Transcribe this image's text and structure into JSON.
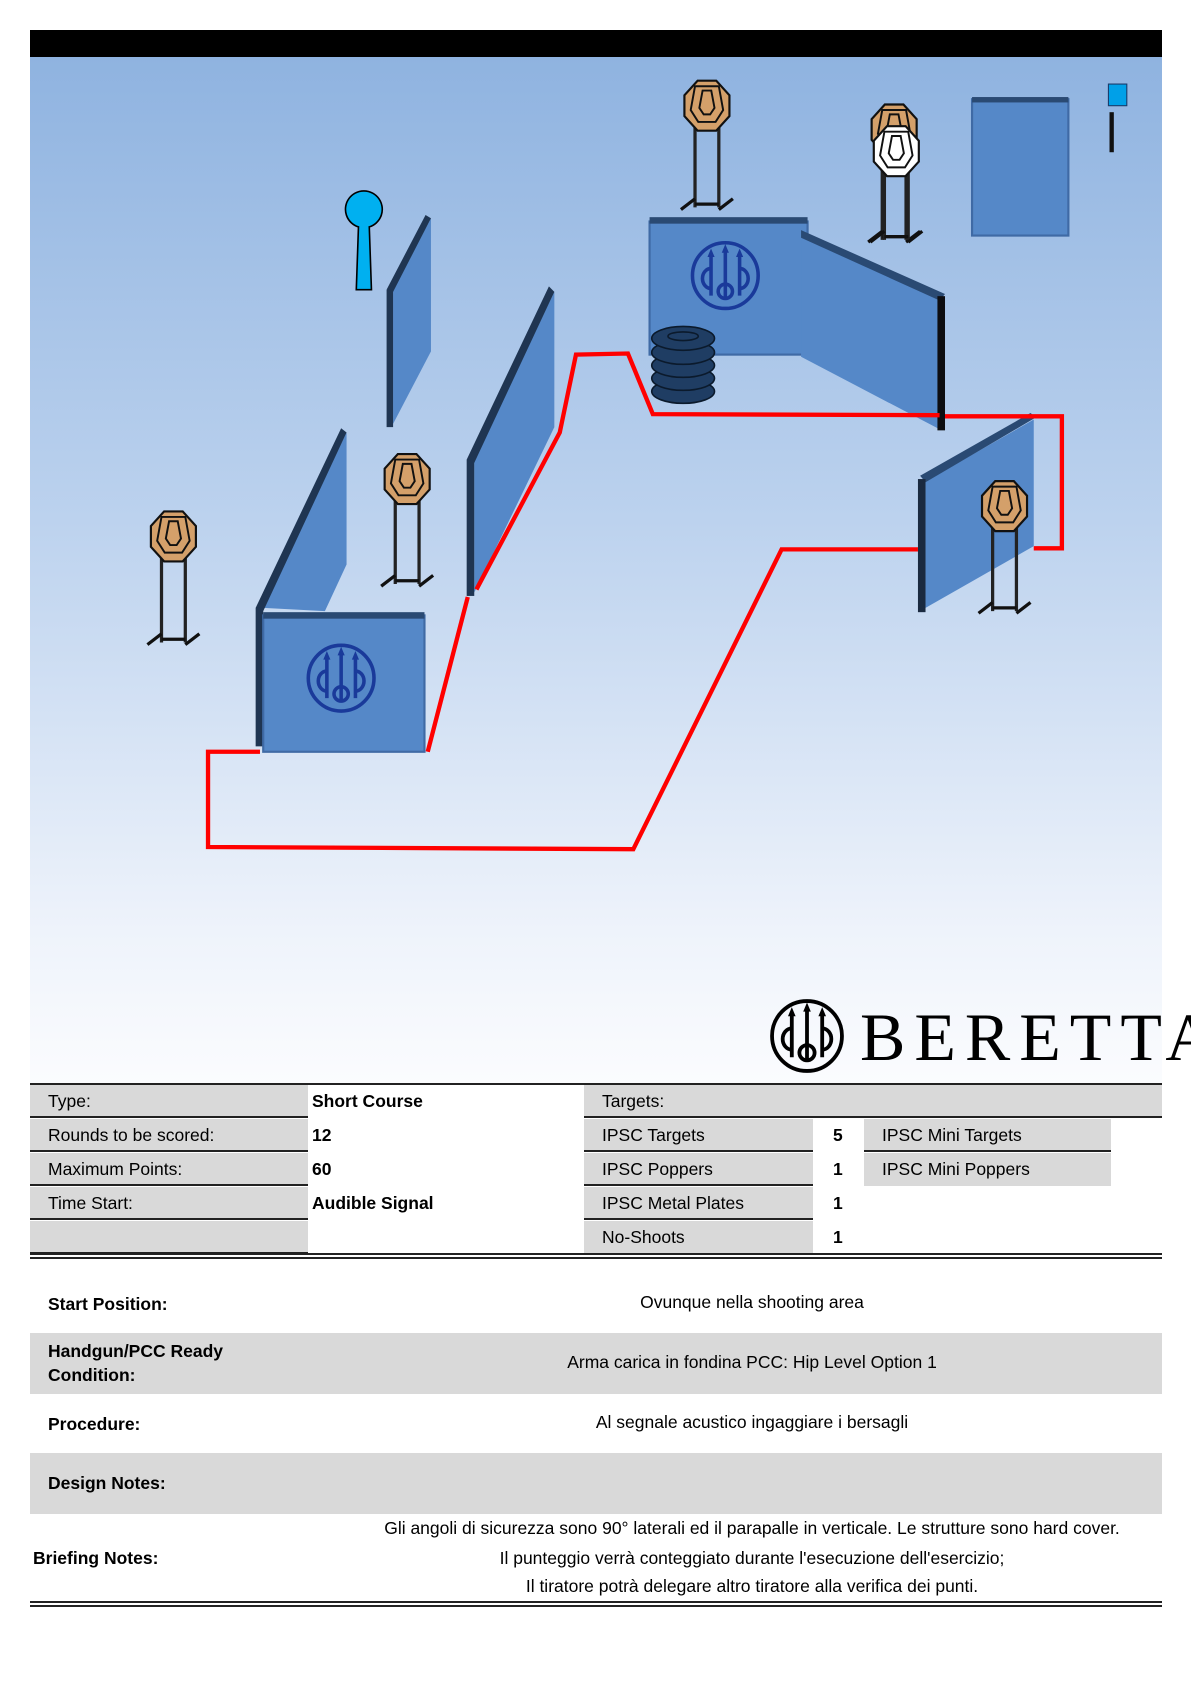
{
  "brand": {
    "name": "BERETTA"
  },
  "colors": {
    "wall": "#5588c8",
    "wall_dark": "#1f3552",
    "path": "#ff0000",
    "target": "#d4a06a",
    "no_shoot": "#ffffff",
    "popper": "#00b0f0",
    "logo": "#1a3a9a"
  },
  "info": {
    "type_label": "Type:",
    "type_value": "Short Course",
    "rounds_label": "Rounds to be scored:",
    "rounds_value": "12",
    "max_points_label": "Maximum Points:",
    "max_points_value": "60",
    "time_start_label": "Time Start:",
    "time_start_value": "Audible Signal"
  },
  "targets": {
    "header": "Targets:",
    "items": [
      {
        "label": "IPSC Targets",
        "count": "5"
      },
      {
        "label": "IPSC Poppers",
        "count": "1"
      },
      {
        "label": "IPSC Metal Plates",
        "count": "1"
      },
      {
        "label": "No-Shoots",
        "count": "1"
      }
    ],
    "mini": [
      "IPSC Mini Targets",
      "IPSC Mini Poppers"
    ]
  },
  "sections": {
    "start_label": "Start Position:",
    "start_value": "Ovunque nella shooting area",
    "ready_label_1": "Handgun/PCC Ready",
    "ready_label_2": "Condition:",
    "ready_value": "Arma carica in fondina PCC: Hip Level Option 1",
    "procedure_label": "Procedure:",
    "procedure_value": "Al segnale acustico ingaggiare i bersagli",
    "design_label": "Design Notes:",
    "briefing_label": "Briefing Notes:",
    "briefing_lines": [
      "Gli angoli di sicurezza sono 90° laterali ed il parapalle in verticale. Le strutture sono hard cover.",
      "Il punteggio verrà conteggiato durante l'esecuzione dell'esercizio;",
      "Il tiratore potrà delegare altro tiratore alla verifica dei punti."
    ]
  }
}
